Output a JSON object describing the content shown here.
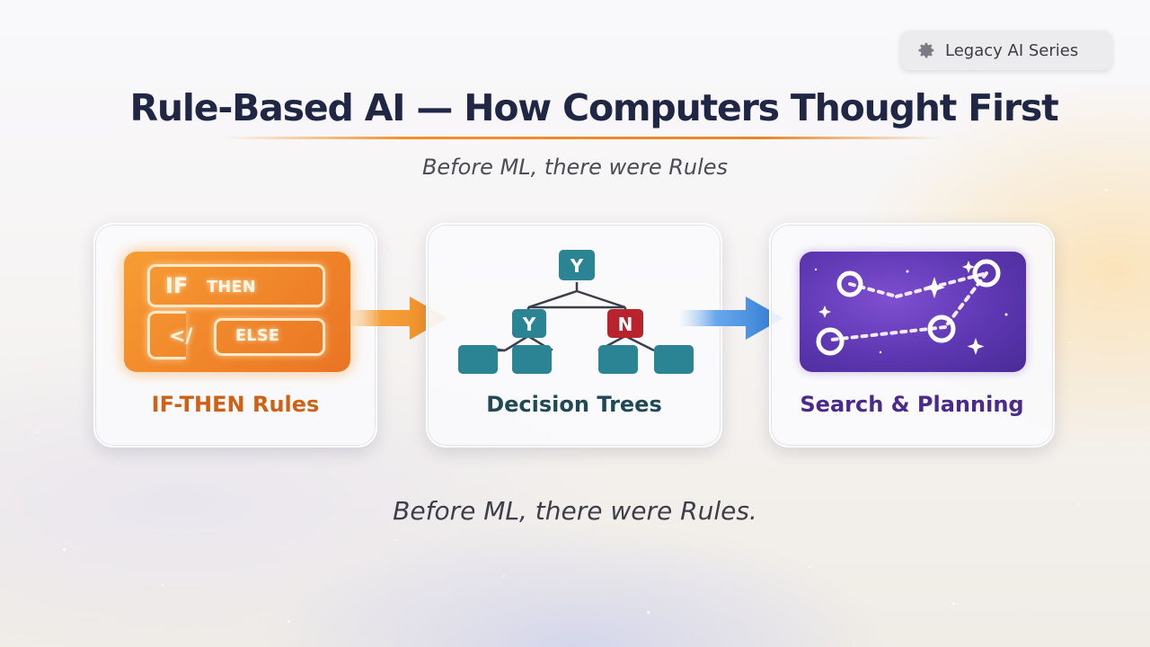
{
  "badge": {
    "label": "Legacy AI Series",
    "icon": "gear-icon"
  },
  "header": {
    "title": "Rule-Based AI — How Computers Thought First",
    "subtitle": "Before ML, there were Rules"
  },
  "cards": [
    {
      "id": "rules",
      "label": "IF-THEN Rules",
      "icon": "if-then-rules-icon",
      "tokens": {
        "if": "IF",
        "then": "THEN",
        "code": "</",
        "else": "ELSE"
      },
      "color": "#cd6116"
    },
    {
      "id": "trees",
      "label": "Decision Trees",
      "icon": "decision-tree-icon",
      "nodes": {
        "root": "Y",
        "left": "Y",
        "right": "N"
      },
      "color": "#1f4a55"
    },
    {
      "id": "search",
      "label": "Search & Planning",
      "icon": "search-path-graph-icon",
      "color": "#4a2a8a"
    }
  ],
  "footer": {
    "tagline": "Before ML, there were Rules."
  },
  "colors": {
    "title": "#1f2744",
    "accent_orange": "#f1922a",
    "tree_teal": "#2b8494",
    "tree_red": "#b8232e",
    "search_purple": "#5d37b2",
    "arrow_blue": "#3a86d8"
  }
}
